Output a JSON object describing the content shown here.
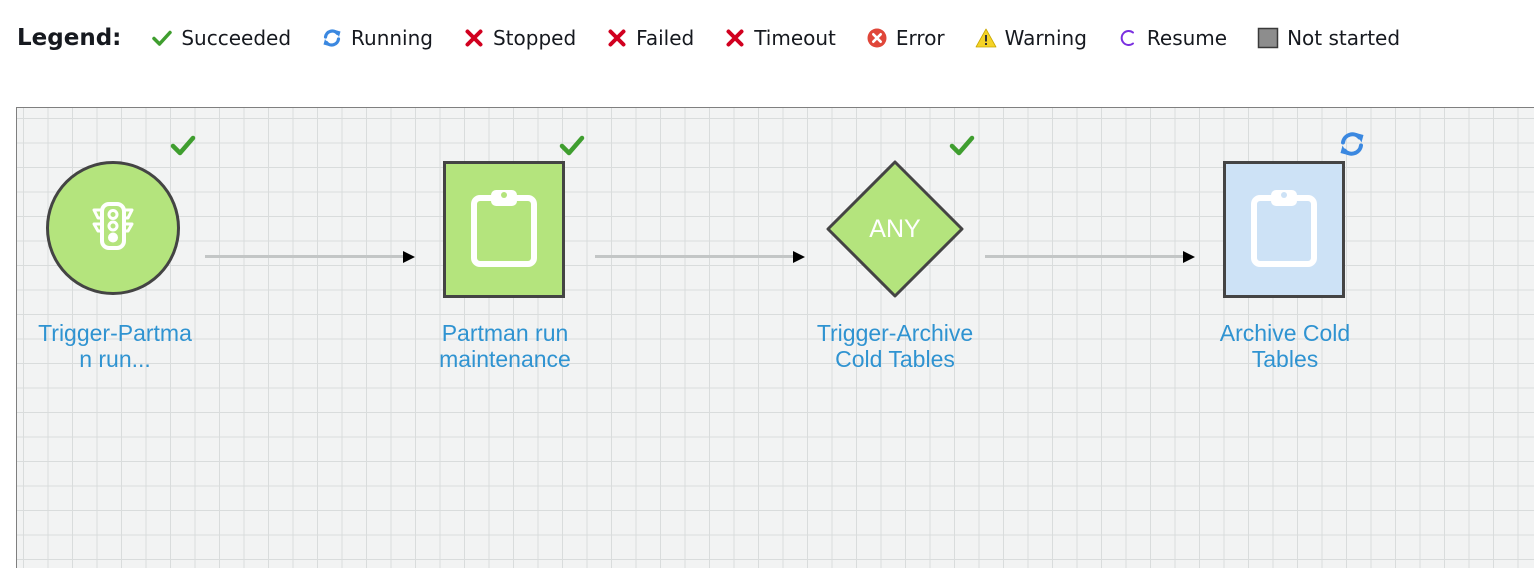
{
  "legend": {
    "title": "Legend:",
    "items": [
      {
        "label": "Succeeded",
        "icon": "check-icon",
        "color": "#3f9e2f"
      },
      {
        "label": "Running",
        "icon": "refresh-icon",
        "color": "#3b88e0"
      },
      {
        "label": "Stopped",
        "icon": "x-icon",
        "color": "#d1001f"
      },
      {
        "label": "Failed",
        "icon": "x-icon",
        "color": "#d1001f"
      },
      {
        "label": "Timeout",
        "icon": "x-icon",
        "color": "#d1001f"
      },
      {
        "label": "Error",
        "icon": "error-circle-icon",
        "color": "#e0473a"
      },
      {
        "label": "Warning",
        "icon": "warning-triangle-icon",
        "color": "#f5d327"
      },
      {
        "label": "Resume",
        "icon": "resume-arc-icon",
        "color": "#7a2fe0"
      },
      {
        "label": "Not started",
        "icon": "gray-square-icon",
        "color": "#8d8d8d"
      }
    ]
  },
  "nodes": [
    {
      "label_line1": "Trigger-Partma",
      "label_line2": "n run...",
      "type": "trigger",
      "status": "Succeeded",
      "fill": "#b4e47d",
      "icon": "traffic-light-icon"
    },
    {
      "label_line1": "Partman run",
      "label_line2": "maintenance",
      "type": "job",
      "status": "Succeeded",
      "fill": "#b4e47d",
      "icon": "clipboard-icon"
    },
    {
      "label_line1": "Trigger-Archive",
      "label_line2": "Cold Tables",
      "type": "conditional-trigger",
      "condition": "ANY",
      "status": "Succeeded",
      "fill": "#b4e47d"
    },
    {
      "label_line1": "Archive Cold",
      "label_line2": "Tables",
      "type": "job",
      "status": "Running",
      "fill": "#cde2f6",
      "icon": "clipboard-icon"
    }
  ],
  "colors": {
    "label_link": "#2f93d1",
    "node_border": "#444444",
    "grid_background": "#f2f3f3"
  }
}
